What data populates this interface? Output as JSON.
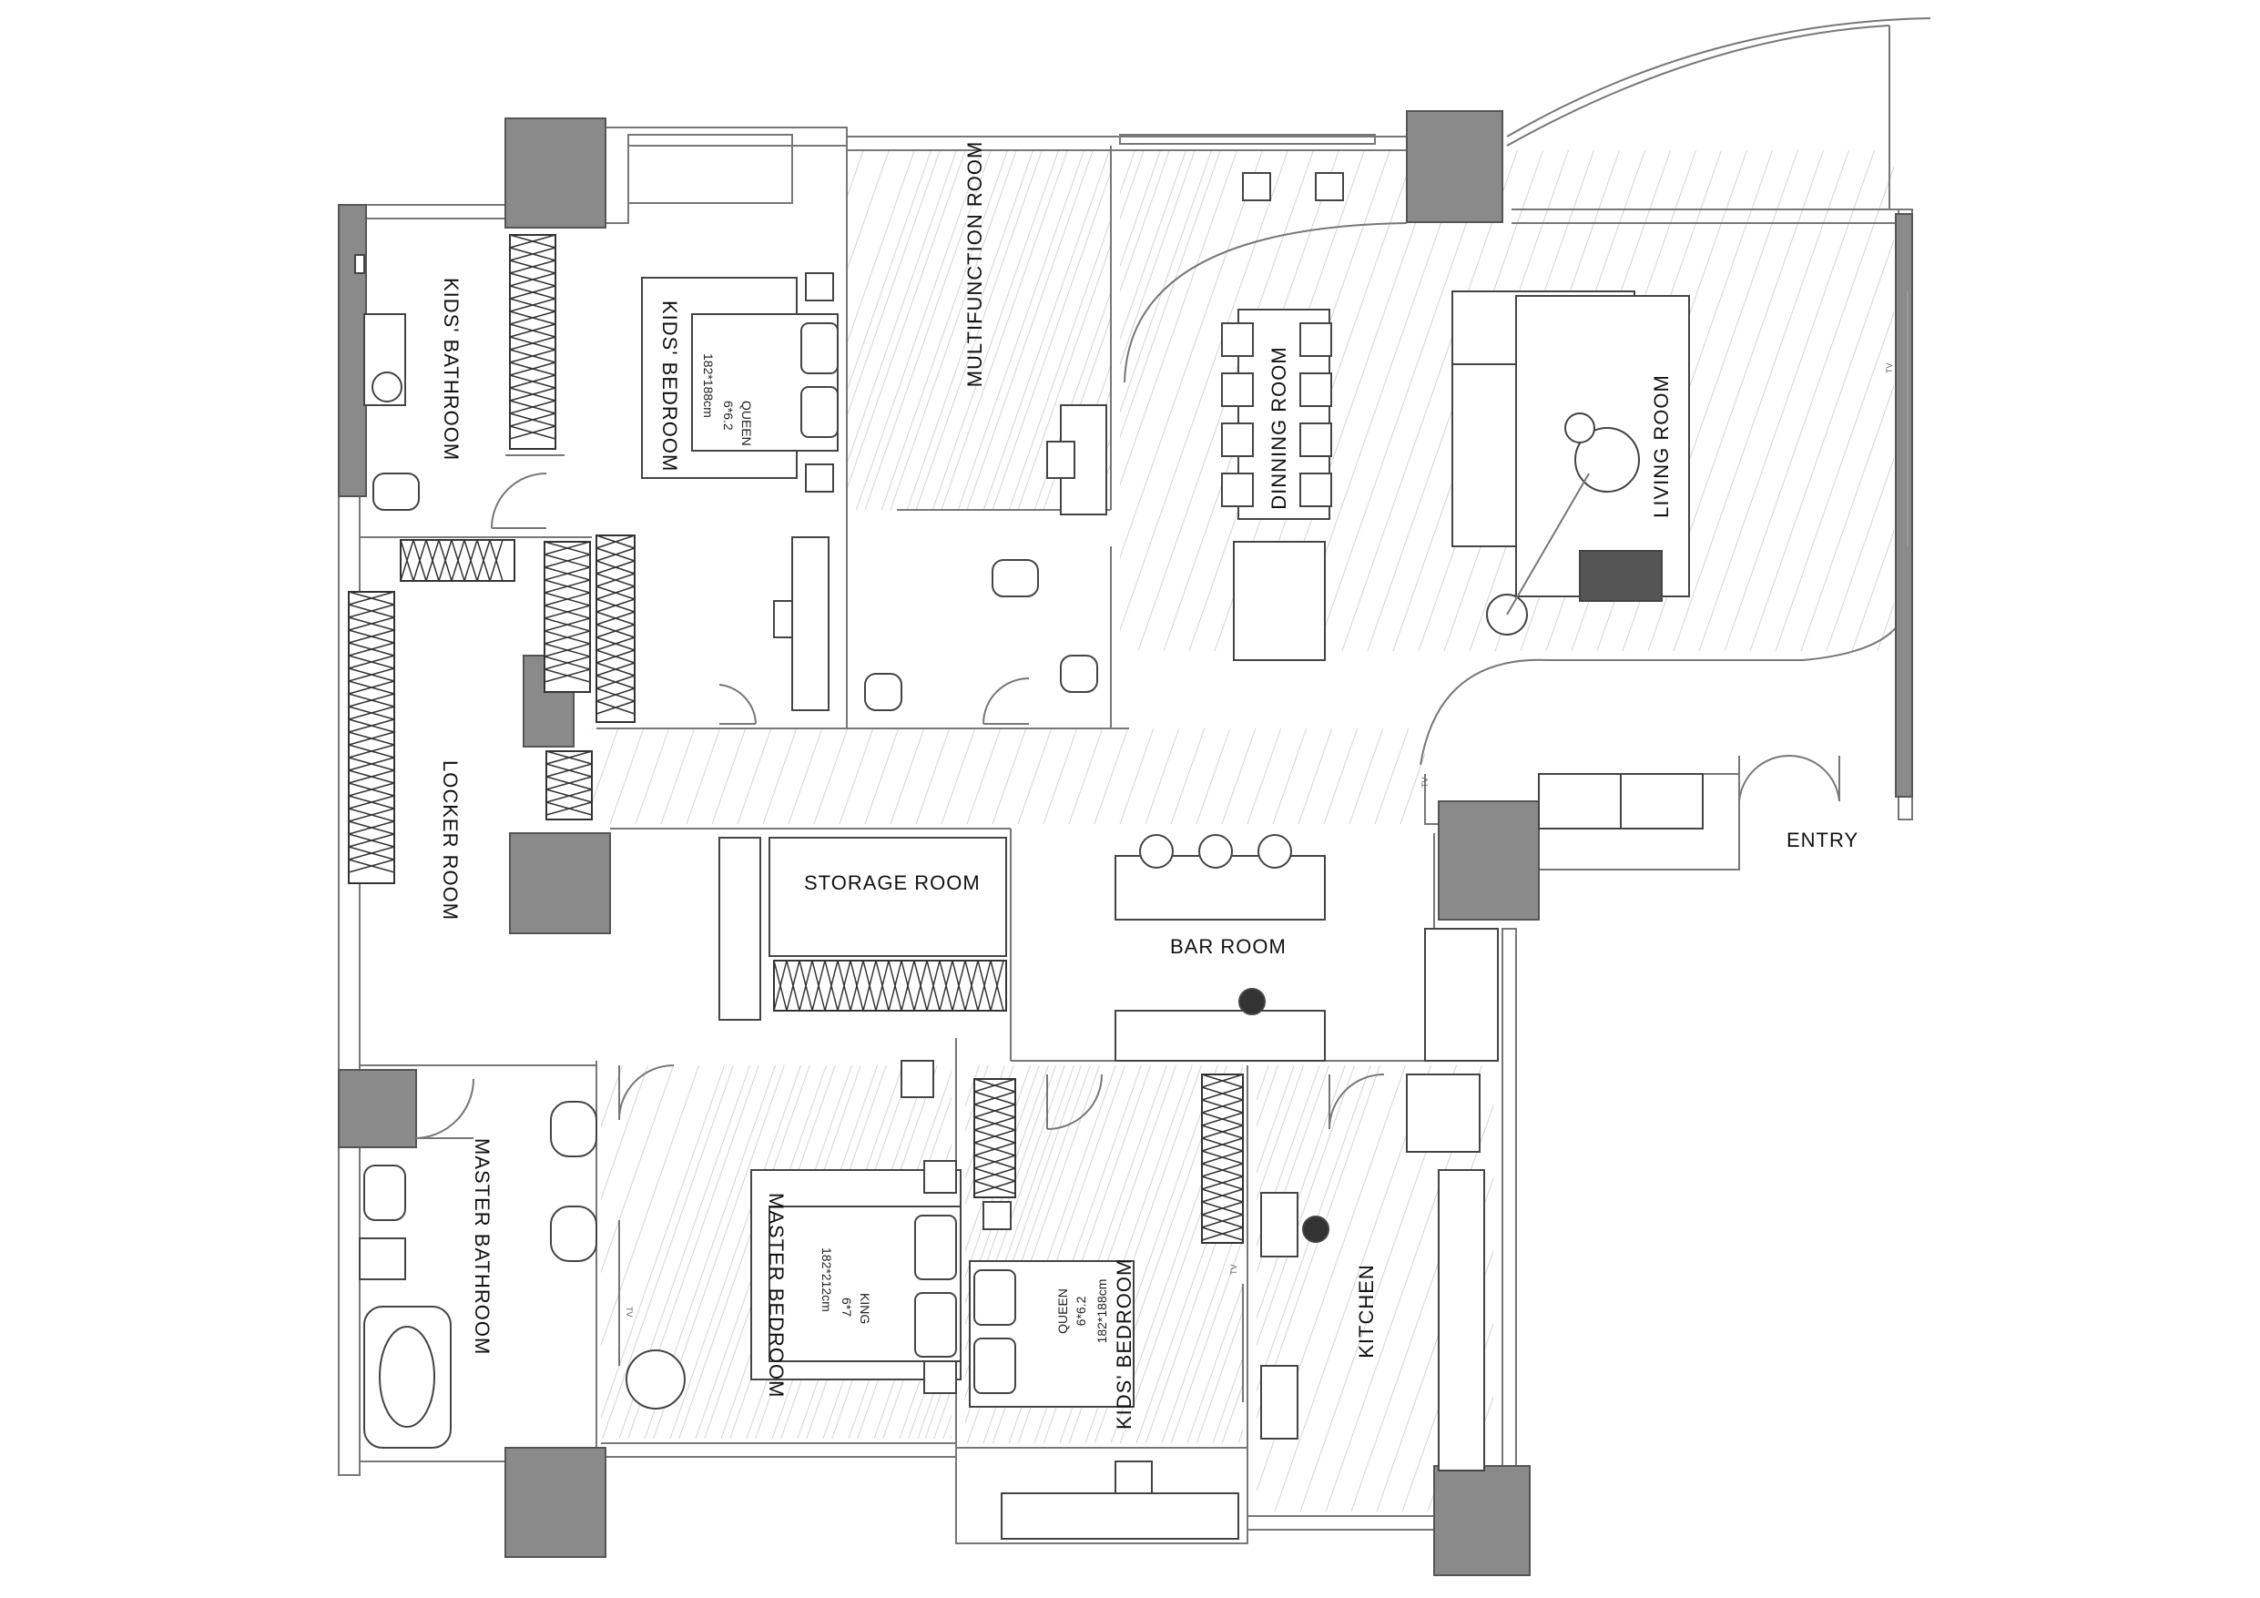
{
  "rooms": {
    "kids_bathroom": "KIDS' BATHROOM",
    "kids_bedroom_top": "KIDS' BEDROOM",
    "multifunction_room": "MULTIFUNCTION ROOM",
    "dining_room": "DINNING ROOM",
    "living_room": "LIVING ROOM",
    "locker_room": "LOCKER ROOM",
    "storage_room": "STORAGE  ROOM",
    "bar_room": "BAR  ROOM",
    "master_bathroom": "MASTER BATHROOM",
    "master_bedroom": "MASTER BEDROOM",
    "kids_bedroom_bottom": "KIDS' BEDROOM",
    "kitchen": "KITCHEN",
    "entry": "ENTRY"
  },
  "beds": {
    "top_queen_type": "QUEEN",
    "top_queen_size": "6*6.2",
    "top_queen_cm": "182*188cm",
    "master_king_type": "KING",
    "master_king_size": "6*7",
    "master_king_cm": "182*212cm",
    "bottom_queen_type": "QUEEN",
    "bottom_queen_size": "6*6.2",
    "bottom_queen_cm": "182*188cm"
  },
  "tv_labels": {
    "living": "TV",
    "master": "TV",
    "kids_bottom": "TV",
    "bar": "TV"
  },
  "colors": {
    "columns": "#8a8a8a",
    "walls": "#555555",
    "text": "#111111"
  }
}
